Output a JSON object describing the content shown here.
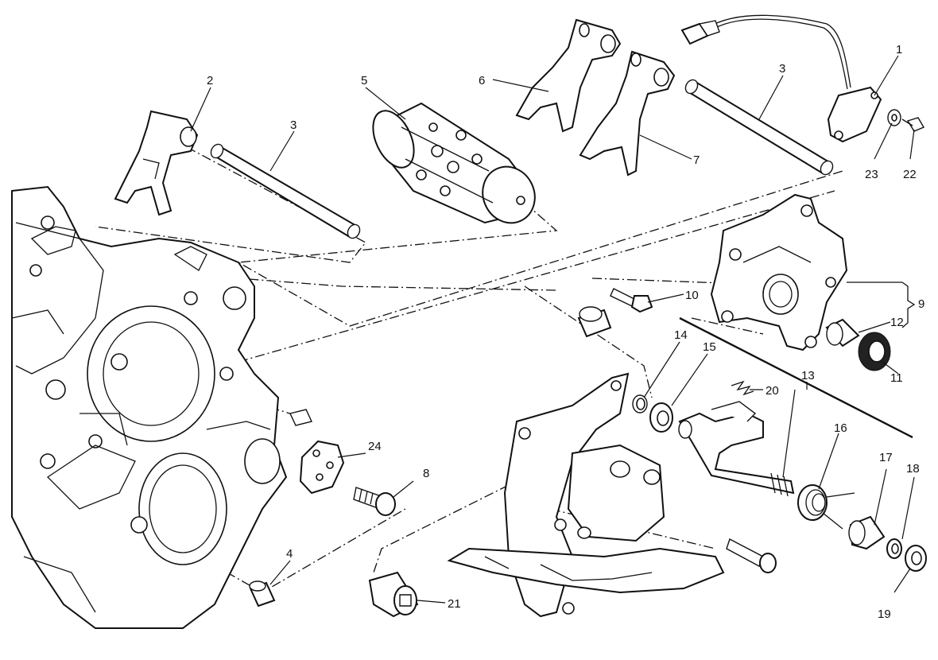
{
  "callouts": {
    "c1": "1",
    "c2": "2",
    "c3a": "3",
    "c3b": "3",
    "c4": "4",
    "c5": "5",
    "c6": "6",
    "c7": "7",
    "c8": "8",
    "c9": "9",
    "c10": "10",
    "c11": "11",
    "c12": "12",
    "c13": "13",
    "c14": "14",
    "c15": "15",
    "c16": "16",
    "c17": "17",
    "c18": "18",
    "c19": "19",
    "c20": "20",
    "c21": "21",
    "c22": "22",
    "c23": "23",
    "c24": "24"
  }
}
